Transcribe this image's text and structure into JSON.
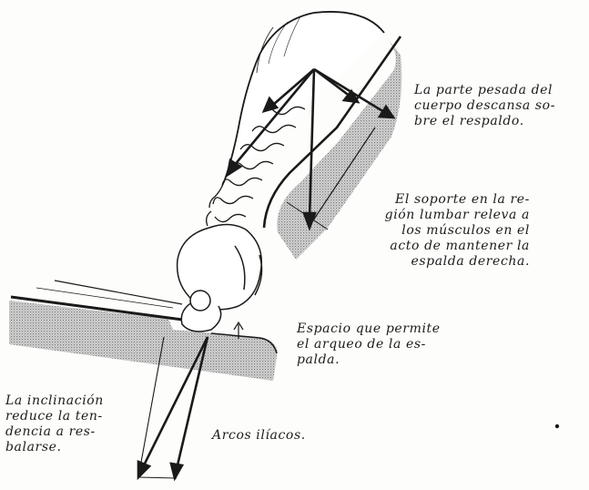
{
  "figure": {
    "ink_color": "#1a1a1a",
    "shade_color": "#b9b9b9",
    "paper_color": "#fdfdfb"
  },
  "captions": {
    "weight": [
      "La parte pesada del",
      "cuerpo descansa so-",
      "bre el respaldo."
    ],
    "lumbar": [
      "El soporte en la re-",
      "gión lumbar releva a",
      "los músculos en el",
      "acto de mantener la",
      "espalda derecha."
    ],
    "space": [
      "Espacio que permite",
      "el arqueo de la es-",
      "palda."
    ],
    "incline": [
      "La inclinación",
      "reduce la ten-",
      "dencia a res-",
      "balarse."
    ],
    "iliac": [
      "Arcos ilíacos."
    ]
  }
}
